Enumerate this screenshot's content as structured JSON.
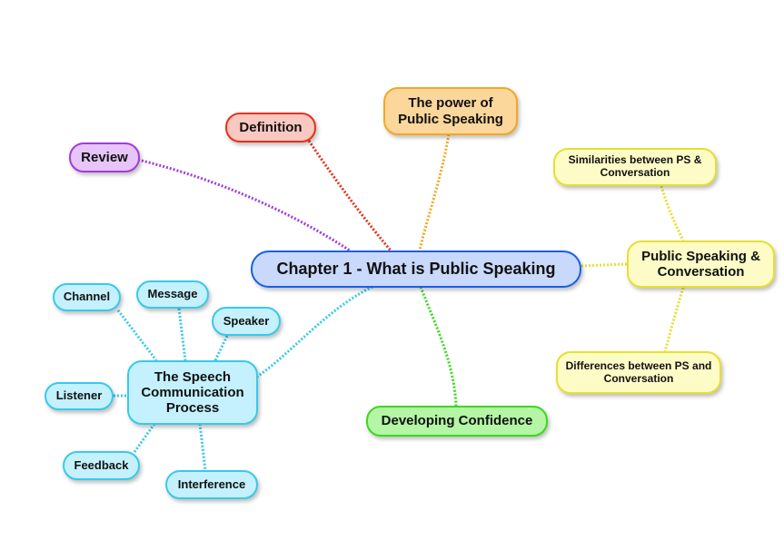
{
  "central": "Chapter 1 - What is Public Speaking",
  "branches": {
    "definition": "Definition",
    "power": "The power of Public Speaking",
    "review": "Review",
    "ps_conversation": "Public Speaking & Conversation",
    "similarities": "Similarities between PS & Conversation",
    "differences": "Differences between PS and Conversation",
    "confidence": "Developing Confidence",
    "speech_process": "The Speech Communication Process",
    "channel": "Channel",
    "message": "Message",
    "speaker": "Speaker",
    "listener": "Listener",
    "feedback": "Feedback",
    "interference": "Interference"
  },
  "colors": {
    "blue": "#1a5fe8",
    "red": "#e8301c",
    "orange": "#f5a623",
    "purple": "#a23be0",
    "yellow": "#e6e030",
    "green": "#3cd81e",
    "cyan": "#38c9ec"
  }
}
